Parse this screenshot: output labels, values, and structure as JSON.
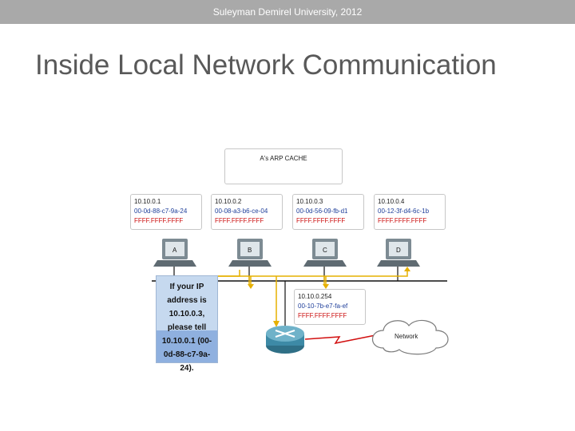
{
  "header": {
    "text": "Suleyman Demirel University, 2012"
  },
  "slide": {
    "title": "Inside Local Network Communication"
  },
  "diagram": {
    "arp_cache": {
      "title": "A's ARP CACHE"
    },
    "hosts": [
      {
        "label": "A",
        "ip": "10.10.0.1",
        "mac": "00-0d-88-c7-9a-24",
        "broadcast": "FFFF.FFFF.FFFF"
      },
      {
        "label": "B",
        "ip": "10.10.0.2",
        "mac": "00-08-a3-b6-ce-04",
        "broadcast": "FFFF.FFFF.FFFF"
      },
      {
        "label": "C",
        "ip": "10.10.0.3",
        "mac": "00-0d-56-09-fb-d1",
        "broadcast": "FFFF.FFFF.FFFF"
      },
      {
        "label": "D",
        "ip": "10.10.0.4",
        "mac": "00-12-3f-d4-6c-1b",
        "broadcast": "FFFF.FFFF.FFFF"
      }
    ],
    "router": {
      "ip": "10.10.0.254",
      "mac": "00-10-7b-e7-fa-ef",
      "broadcast": "FFFF.FFFF.FFFF"
    },
    "cloud": {
      "label": "Network"
    },
    "callout": {
      "lines": [
        "If your IP",
        "address is",
        "10.10.0.3,",
        "please tell",
        "10.10.0.1 (00-",
        "0d-88-c7-9a-",
        "24)."
      ]
    }
  }
}
